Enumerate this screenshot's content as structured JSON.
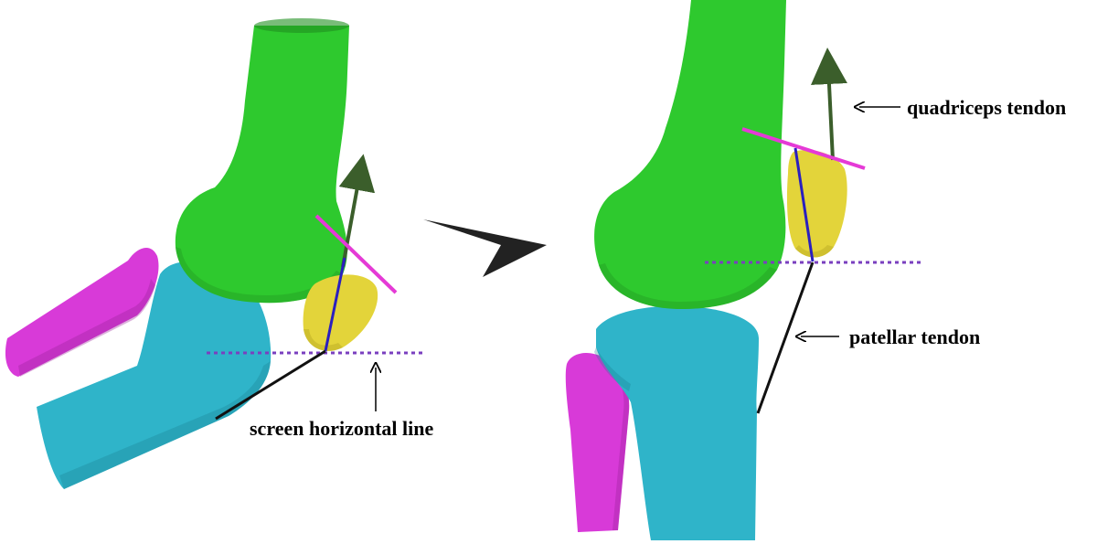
{
  "labels": {
    "quadriceps_tendon": "quadriceps tendon",
    "patellar_tendon": "patellar tendon",
    "screen_horizontal_line": "screen horizontal line"
  },
  "colors": {
    "femur": "#2ec92e",
    "femur_shade": "#1f8f1f",
    "tibia": "#2fb4c9",
    "tibia_shade": "#1c7f90",
    "fibula": "#d83ad8",
    "fibula_shade": "#9a239a",
    "patella": "#e3d43a",
    "patella_shade": "#a89a1c",
    "quadriceps_force_arrow": "#3b5e2b",
    "patella_axis_line": "#2a1fbf",
    "quadriceps_tendon_line": "#e53ad6",
    "horizontal_reference_line": "#7a3fbf",
    "patellar_tendon_line": "#111111",
    "transition_arrow": "#222222"
  }
}
